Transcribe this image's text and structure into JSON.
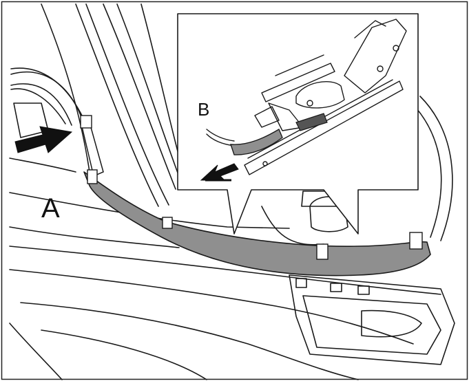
{
  "figure": {
    "callouts": [
      {
        "id": "A",
        "text": "A"
      },
      {
        "id": "B",
        "text": "B"
      }
    ],
    "colors": {
      "line": "#1a1a1a",
      "harness_fill": "#8f8f8f",
      "background": "#ffffff",
      "arrow": "#111111"
    }
  }
}
